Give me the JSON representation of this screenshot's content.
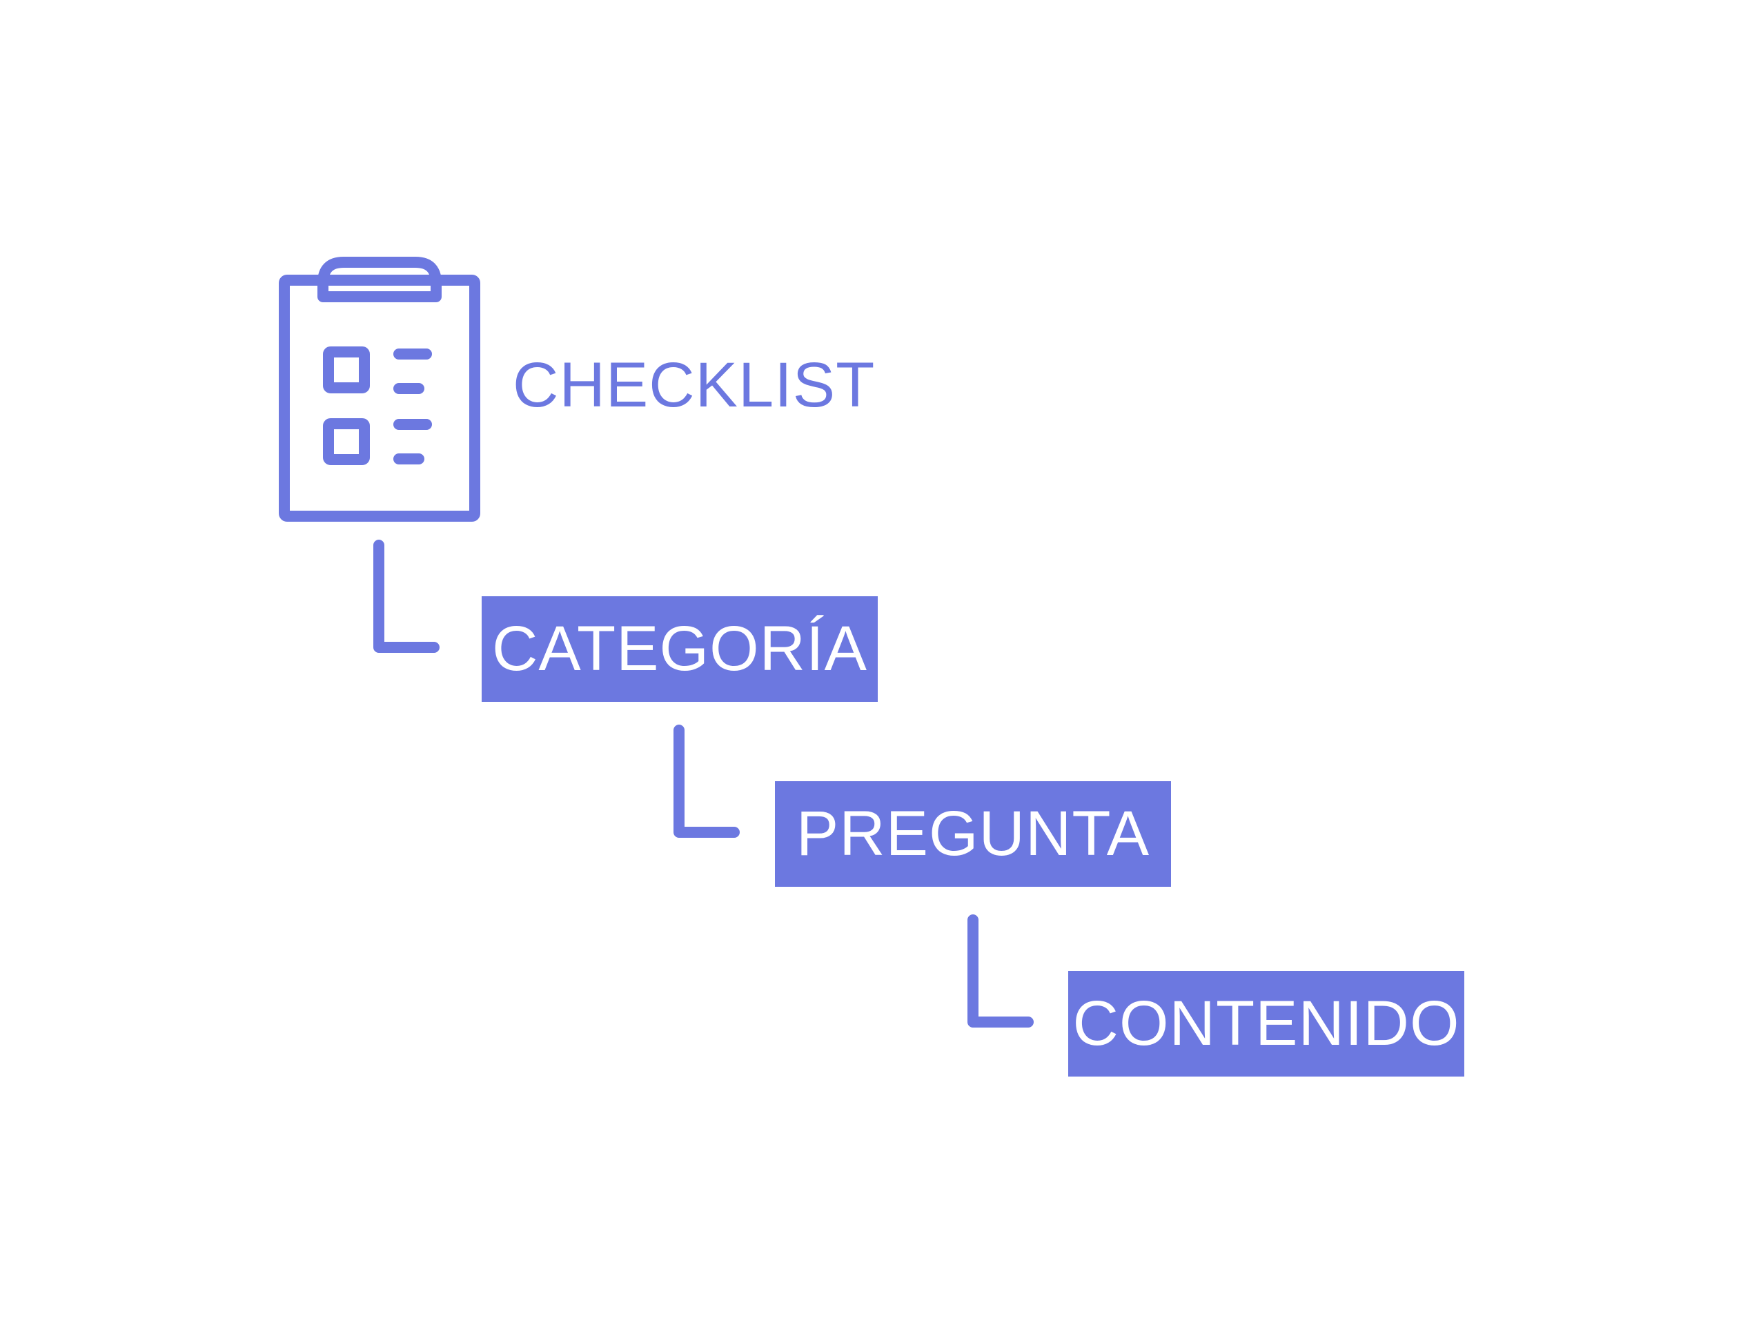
{
  "colors": {
    "accent": "#6c78e0",
    "background": "#ffffff",
    "node_text": "#ffffff"
  },
  "icons": {
    "root": "clipboard-checklist-icon",
    "connector": "elbow-connector-icon"
  },
  "root": {
    "label": "CHECKLIST"
  },
  "levels": [
    {
      "label": "CATEGORÍA"
    },
    {
      "label": "PREGUNTA"
    },
    {
      "label": "CONTENIDO"
    }
  ]
}
